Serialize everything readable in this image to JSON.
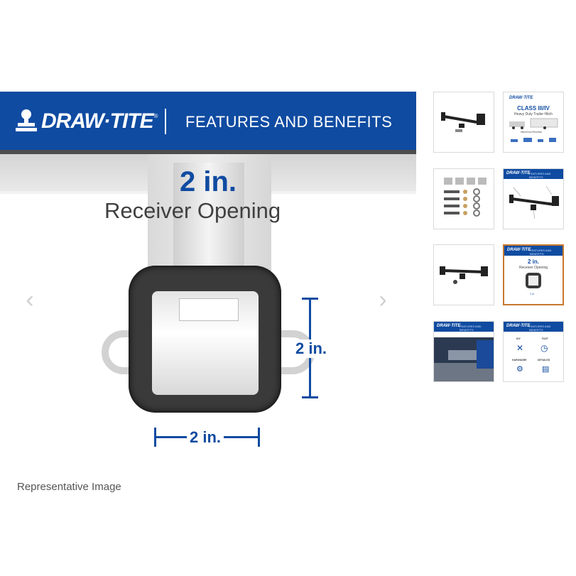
{
  "banner": {
    "brand": "DRAW·TITE",
    "reg_mark": "®",
    "title": "FEATURES AND BENEFITS"
  },
  "feature": {
    "size": "2 in.",
    "label": "Receiver Opening",
    "dim_vertical": "2 in.",
    "dim_horizontal": "2 in."
  },
  "nav": {
    "prev": "‹",
    "next": "›"
  },
  "caption": "Representative Image",
  "colors": {
    "brand_blue": "#0f4ba1",
    "selected_border": "#c7782f"
  },
  "thumbnails": [
    {
      "kind": "product-photo"
    },
    {
      "kind": "infographic",
      "brand": "DRAW·TITE",
      "title": "CLASS III/IV",
      "subtitle": "Heavy Duty Trailer Hitch",
      "caption": "Hitch/Gun Receiver"
    },
    {
      "kind": "hardware-kit"
    },
    {
      "kind": "diagram",
      "brand": "DRAW·TITE",
      "banner": "FEATURES AND BENEFITS"
    },
    {
      "kind": "product-photo"
    },
    {
      "kind": "receiver-infographic",
      "brand": "DRAW·TITE",
      "banner": "FEATURES AND BENEFITS",
      "title": "2 in.",
      "subtitle": "Receiver Opening",
      "dim": "2 in.",
      "selected": true
    },
    {
      "kind": "vehicle-photo",
      "brand": "DRAW·TITE",
      "banner": "FEATURES AND BENEFITS"
    },
    {
      "kind": "icons-infographic",
      "brand": "DRAW·TITE",
      "banner": "FEATURES AND BENEFITS",
      "items": [
        "DIY",
        "FAST",
        "HARDWARE",
        "DETAILED"
      ]
    }
  ]
}
